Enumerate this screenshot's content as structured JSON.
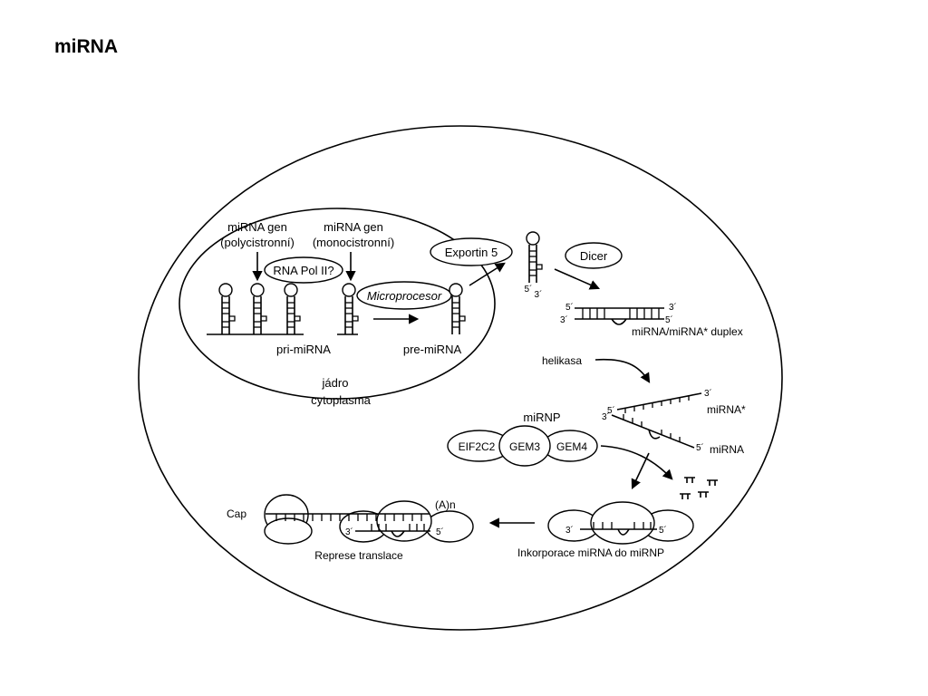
{
  "title": "miRNA",
  "labels": {
    "gene_poly_line1": "miRNA gen",
    "gene_poly_line2": "(polycistronní)",
    "gene_mono_line1": "miRNA gen",
    "gene_mono_line2": "(monocistronní)",
    "rna_pol": "RNA Pol II?",
    "microprocesor": "Microprocesor",
    "pri_mirna": "pri-miRNA",
    "pre_mirna": "pre-miRNA",
    "nucleus": "jádro",
    "cytoplasm": "cytoplasma",
    "exportin": "Exportin 5",
    "dicer": "Dicer",
    "duplex": "miRNA/miRNA* duplex",
    "helicase": "helikasa",
    "mirnp": "miRNP",
    "eif2c2": "EIF2C2",
    "gem3": "GEM3",
    "gem4": "GEM4",
    "mirna_star": "miRNA*",
    "mirna": "miRNA",
    "cap": "Cap",
    "polya": "(A)n",
    "repression": "Represe translace",
    "incorporation": "Inkorporace miRNA do miRNP",
    "end5": "5´",
    "end3": "3´"
  }
}
